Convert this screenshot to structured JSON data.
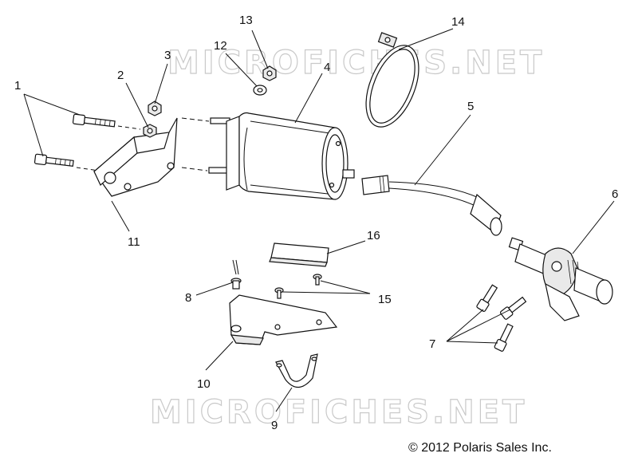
{
  "watermark": {
    "text": "MICROFICHES.NET"
  },
  "copyright": "© 2012 Polaris Sales Inc.",
  "callouts": {
    "c1": "1",
    "c2": "2",
    "c3": "3",
    "c4": "4",
    "c5": "5",
    "c6": "6",
    "c7": "7",
    "c8": "8",
    "c9": "9",
    "c10": "10",
    "c11": "11",
    "c12": "12",
    "c13": "13",
    "c14": "14",
    "c15": "15",
    "c16": "16"
  }
}
